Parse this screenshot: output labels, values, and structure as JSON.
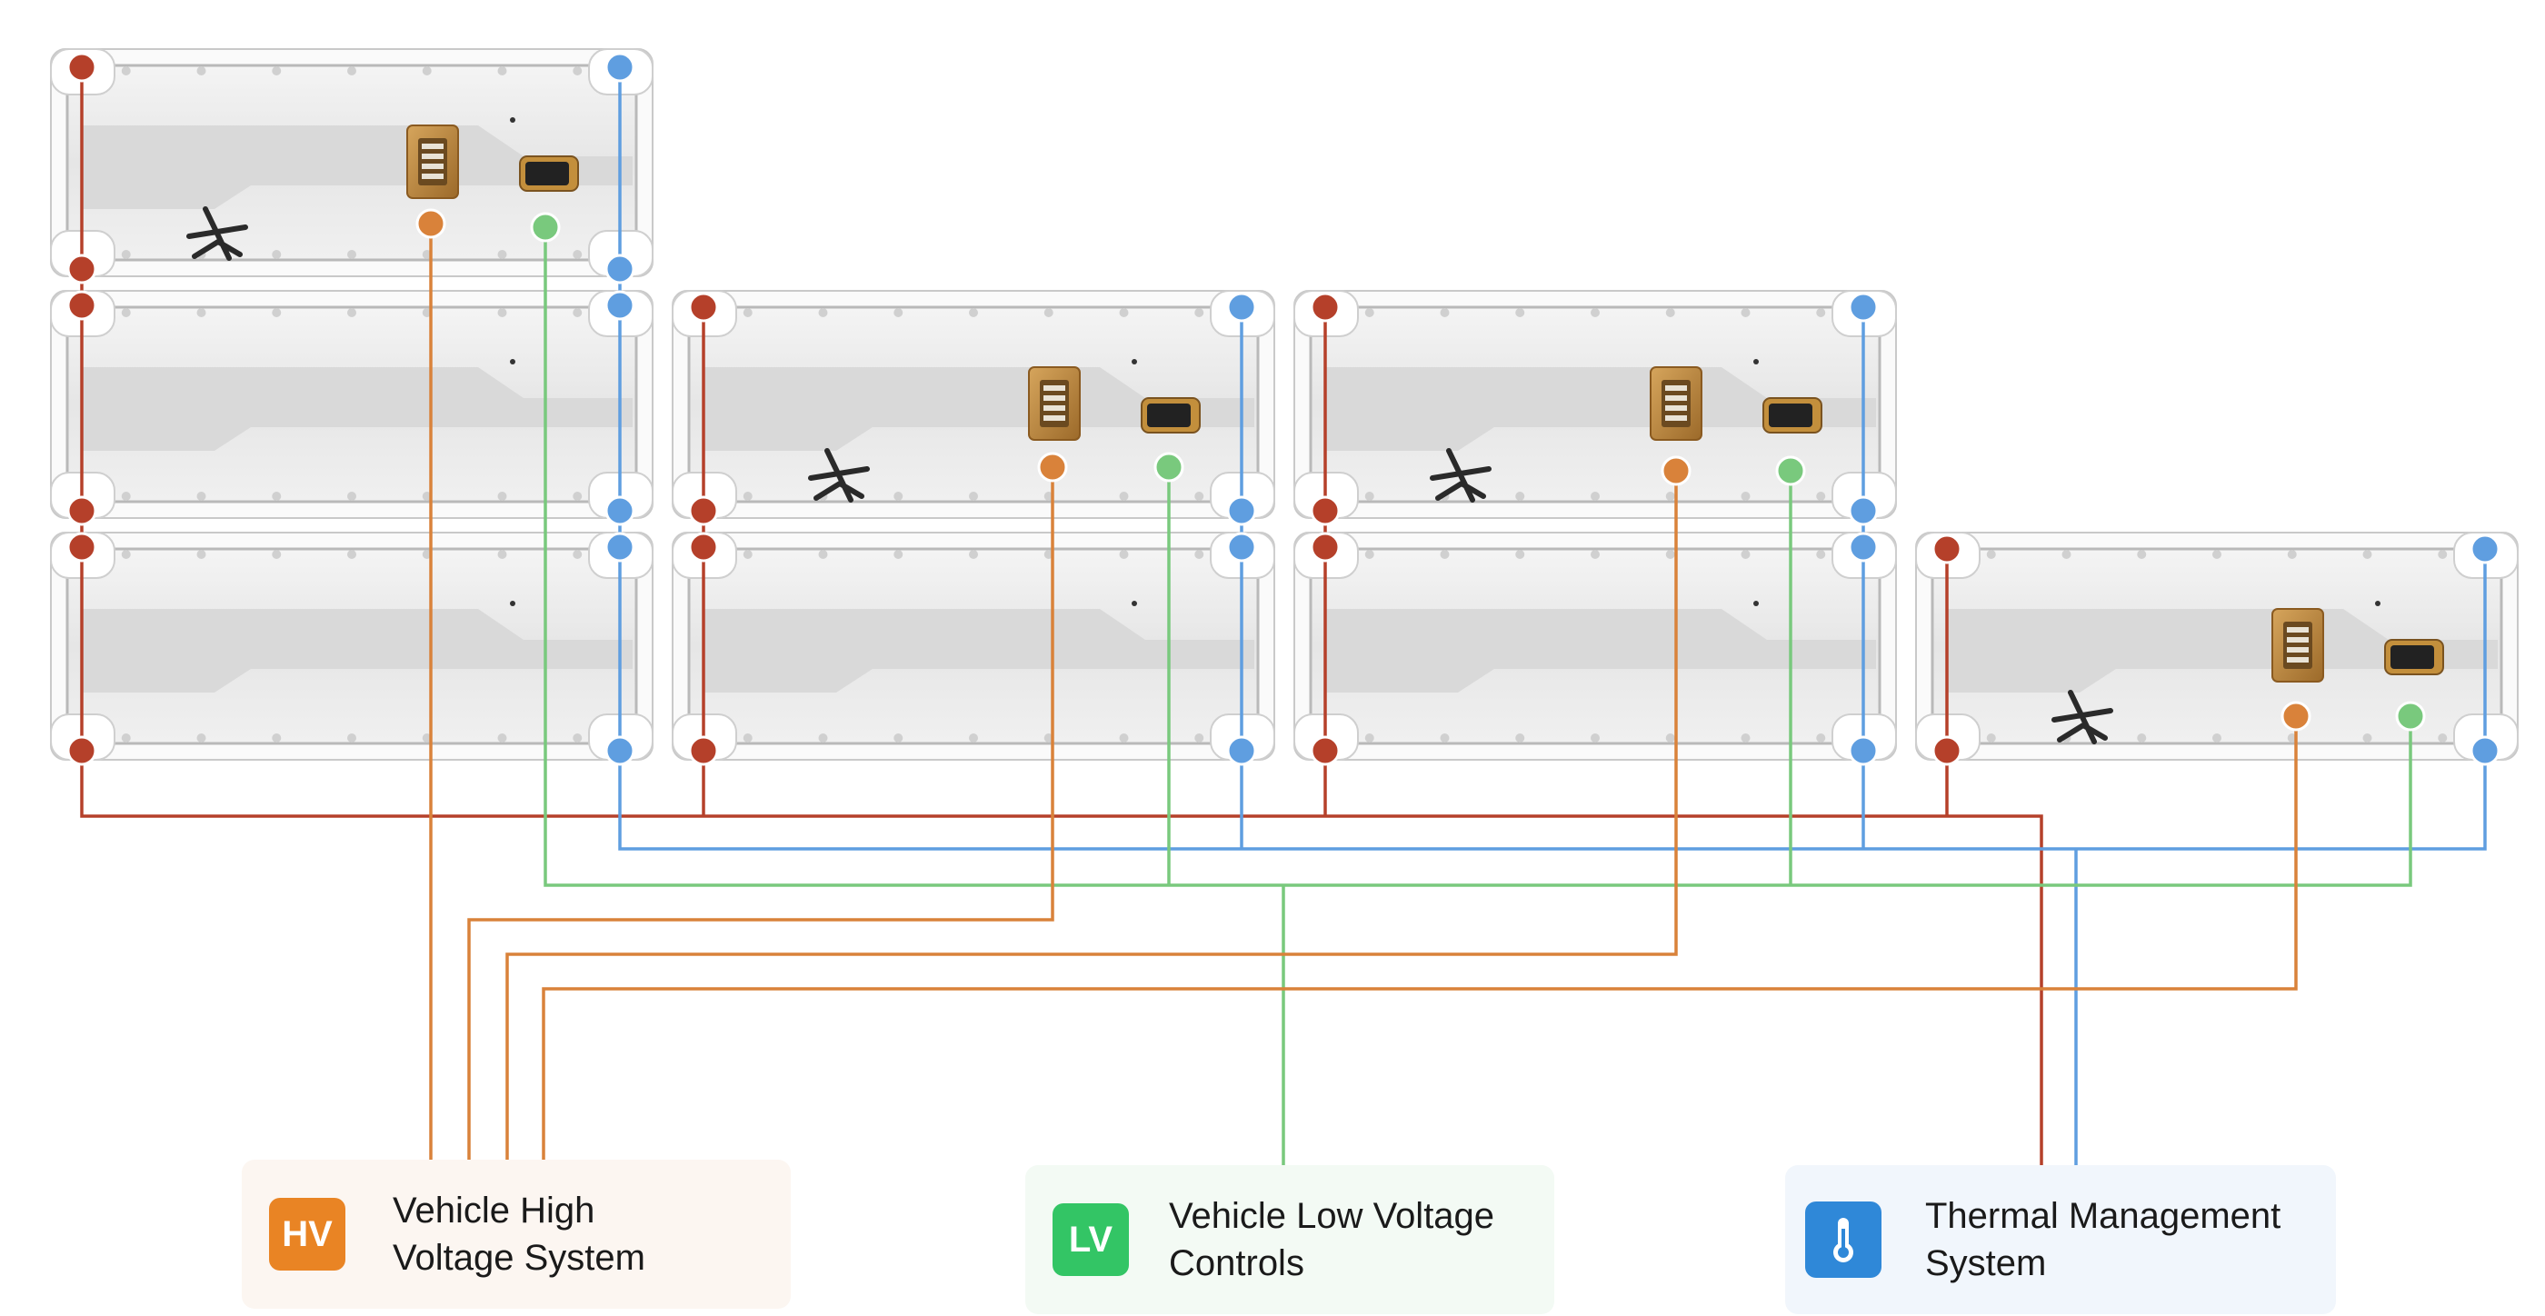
{
  "colors": {
    "hv_wire": "#d9823a",
    "lv_wire": "#79c97d",
    "thermal_wire": "#5f9ee0",
    "red_wire": "#b5402a",
    "hv_badge": "#e98424",
    "lv_badge": "#33c565",
    "thermal_badge": "#2f88d8"
  },
  "modules": [
    {
      "id": "m1",
      "has_connectors": true
    },
    {
      "id": "m2",
      "has_connectors": false
    },
    {
      "id": "m3",
      "has_connectors": false
    },
    {
      "id": "m4",
      "has_connectors": true
    },
    {
      "id": "m5",
      "has_connectors": false
    },
    {
      "id": "m6",
      "has_connectors": true
    },
    {
      "id": "m7",
      "has_connectors": false
    },
    {
      "id": "m8",
      "has_connectors": true
    }
  ],
  "legend": {
    "hv": {
      "badge": "HV",
      "label": "Vehicle High\nVoltage System",
      "icon": "hv-badge-icon"
    },
    "lv": {
      "badge": "LV",
      "label": "Vehicle Low Voltage\nControls",
      "icon": "lv-badge-icon"
    },
    "thermal": {
      "label": "Thermal Management\nSystem",
      "icon": "thermometer-icon"
    }
  }
}
